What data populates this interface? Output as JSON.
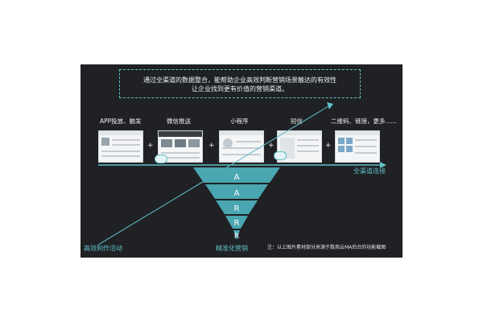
{
  "headline": {
    "line1": "通过全渠道的数据整合，能帮助企业高效判断营销场景触达的有效性",
    "line2": "让企业找到更有价值的营销渠道。"
  },
  "channels": [
    {
      "label": "APP投放、触发"
    },
    {
      "label": "微信推送"
    },
    {
      "label": "小程序"
    },
    {
      "label": "短信"
    },
    {
      "label": "二维码、链接，更多......"
    }
  ],
  "plus_sign": "+",
  "right_label": "全渠道连接",
  "funnel_letters": [
    "A",
    "A",
    "R",
    "R",
    "R"
  ],
  "bottom_left": "高效制作活动",
  "bottom_center": "精准化营销",
  "note": "注：以上图片素材部分来源于数商云MA后台的功能截图",
  "colors": {
    "accent": "#5fc0c8",
    "background": "#202124",
    "funnel": "#4aa6b0"
  }
}
